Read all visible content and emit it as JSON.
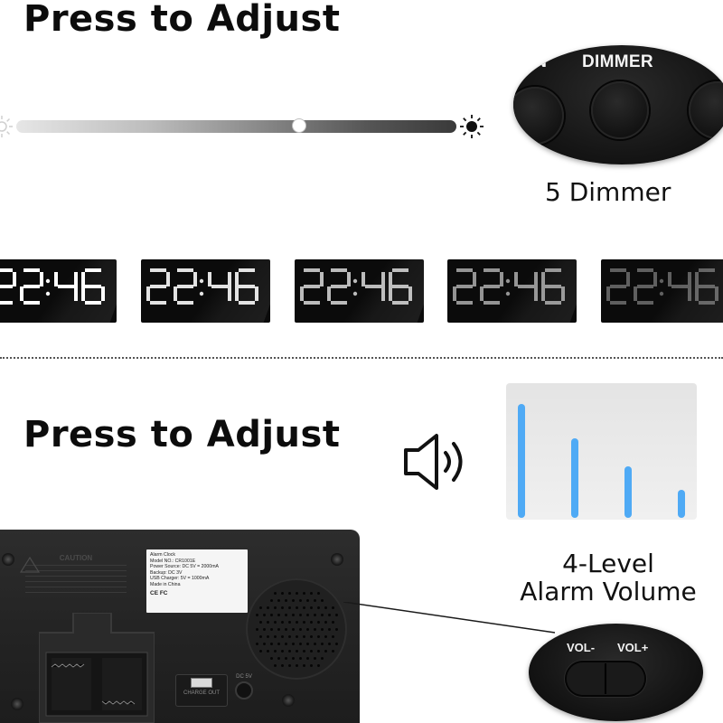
{
  "dimmer_section": {
    "heading": "Press to Adjust",
    "oval_label_partial": "IN",
    "button_label": "DIMMER",
    "caption": "5 Dimmer",
    "slider_level": 0.64,
    "clock_time_display": "22:46",
    "clock_brightness_levels": [
      1.0,
      0.85,
      0.65,
      0.45,
      0.18
    ]
  },
  "volume_section": {
    "heading": "Press to Adjust",
    "caption_line1": "4-Level",
    "caption_line2": "Alarm Volume",
    "volume_levels": [
      1.0,
      0.7,
      0.45,
      0.25
    ],
    "bar_color": "#4faaf5",
    "vol_minus_label": "VOL-",
    "vol_plus_label": "VOL+"
  },
  "device_label": {
    "title": "Alarm Clock",
    "model": "Model NO.: CR1001E",
    "power_source": "Power Source: DC 5V = 2000mA",
    "backup": "Backup: DC 3V",
    "usb_charger": "USB Charger: 5V = 1000mA",
    "made_in": "Made in China",
    "marks": "CE FC",
    "caution_title": "CAUTION",
    "usb_port_label": "CHARGE OUT",
    "dc_label": "DC 5V"
  },
  "icons": {
    "speaker": "speaker-icon",
    "sun": "sun-icon"
  }
}
